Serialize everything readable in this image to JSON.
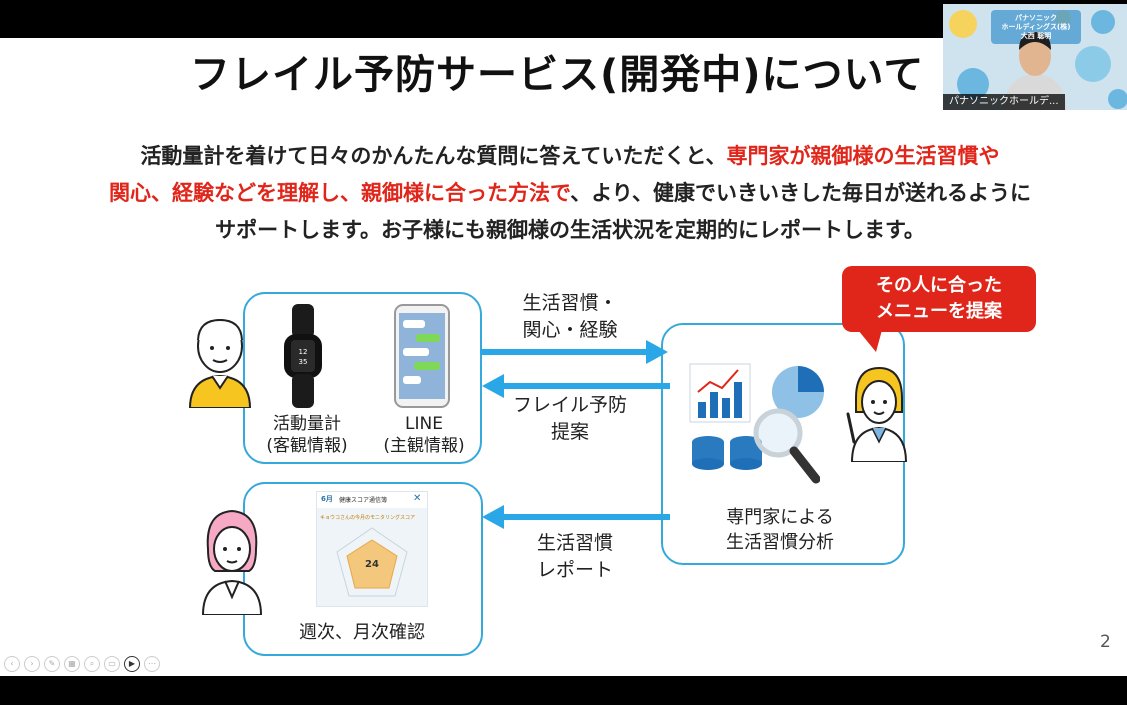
{
  "slide": {
    "title": "フレイル予防サービス(開発中)について",
    "description": {
      "line1_plain": "活動量計を着けて日々のかんたんな質問に答えていただくと、",
      "line1_red": "専門家が親御様の生活習慣や",
      "line2_red": "関心、経験などを理解し、親御様に合った方法で",
      "line2_plain": "、より、健康でいきいきした毎日が送れるように",
      "line3_plain": "サポートします。お子様にも親御様の生活状況を定期的にレポートします。"
    },
    "devices": {
      "tracker_label": "活動量計",
      "tracker_sub": "(客観情報)",
      "line_label": "LINE",
      "line_sub": "(主観情報)"
    },
    "arrows": {
      "to_expert_l1": "生活習慣・",
      "to_expert_l2": "関心・経験",
      "from_expert_l1": "フレイル予防",
      "from_expert_l2": "提案",
      "report_l1": "生活習慣",
      "report_l2": "レポート"
    },
    "expert": {
      "bubble_l1": "その人に合った",
      "bubble_l2": "メニューを提案",
      "label_l1": "専門家による",
      "label_l2": "生活習慣分析"
    },
    "report": {
      "label": "週次、月次確認",
      "card_month": "6月",
      "card_title": "健康スコア通信簿",
      "card_subtitle": "キョウコさんの今月のモニタリングスコア",
      "score": "24"
    },
    "page_number": "2"
  },
  "webcam": {
    "name_tag": "パナソニックホールデ...",
    "company_l1": "パナソニック",
    "company_l2": "ホールディングス(株)",
    "person": "大西 聡明"
  },
  "colors": {
    "accent_blue": "#36a9dc",
    "arrow_blue": "#2aa7e6",
    "highlight_red": "#e0261b"
  }
}
